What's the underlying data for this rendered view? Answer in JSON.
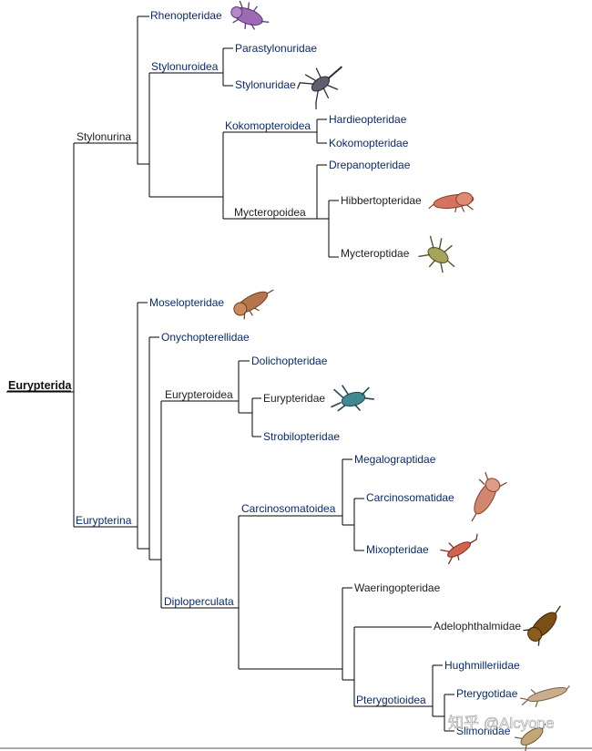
{
  "tree": {
    "root": "Eurypterida",
    "suborders": {
      "stylonurina": "Stylonurina",
      "eurypterina": "Eurypterina"
    },
    "clades": {
      "rhenopteridae": "Rhenopteridae",
      "stylonuroidea": "Stylonuroidea",
      "parastylonuridae": "Parastylonuridae",
      "stylonuridae": "Stylonuridae",
      "kokomopteroidea": "Kokomopteroidea",
      "hardieopteridae": "Hardieopteridae",
      "kokomopteridae": "Kokomopteridae",
      "mycteropoidea": "Mycteropoidea",
      "drepanopteridae": "Drepanopteridae",
      "hibbertopteridae": "Hibbertopteridae",
      "mycteroptidae": "Mycteroptidae",
      "moselopteridae": "Moselopteridae",
      "onychopterellidae": "Onychopterellidae",
      "eurypteroidea": "Eurypteroidea",
      "dolichopteridae": "Dolichopteridae",
      "eurypteridae": "Eurypteridae",
      "strobilopteridae": "Strobilopteridae",
      "diploperculata": "Diploperculata",
      "carcinosomatoidea": "Carcinosomatoidea",
      "megalograptidae": "Megalograptidae",
      "carcinosomatidae": "Carcinosomatidae",
      "mixopteridae": "Mixopteridae",
      "waeringopteridae": "Waeringopteridae",
      "adelophthalmidae": "Adelophthalmidae",
      "pterygotioidea": "Pterygotioidea",
      "hughmilleriidae": "Hughmilleriidae",
      "pterygotidae": "Pterygotidae",
      "slimonidae": "Slimonidae"
    }
  },
  "watermark": "知乎 @Alcyone",
  "icons": {
    "rhenopteridae": "purple-eurypterid-icon",
    "stylonuridae": "gray-stylonurid-icon",
    "hibbertopteridae": "red-hibbertopterid-icon",
    "mycteroptidae": "olive-mycteroptid-icon",
    "moselopteridae": "brown-moselopterid-icon",
    "eurypteridae": "teal-eurypterid-icon",
    "carcinosomatidae": "salmon-carcinosomatid-icon",
    "mixopteridae": "red-mixopterid-icon",
    "adelophthalmidae": "dark-brown-adelophthalmid-icon",
    "pterygotidae": "tan-pterygotid-icon",
    "slimonidae": "tan-slimonid-icon"
  },
  "colors": {
    "label": "#0b2a6b",
    "line": "#000000"
  }
}
